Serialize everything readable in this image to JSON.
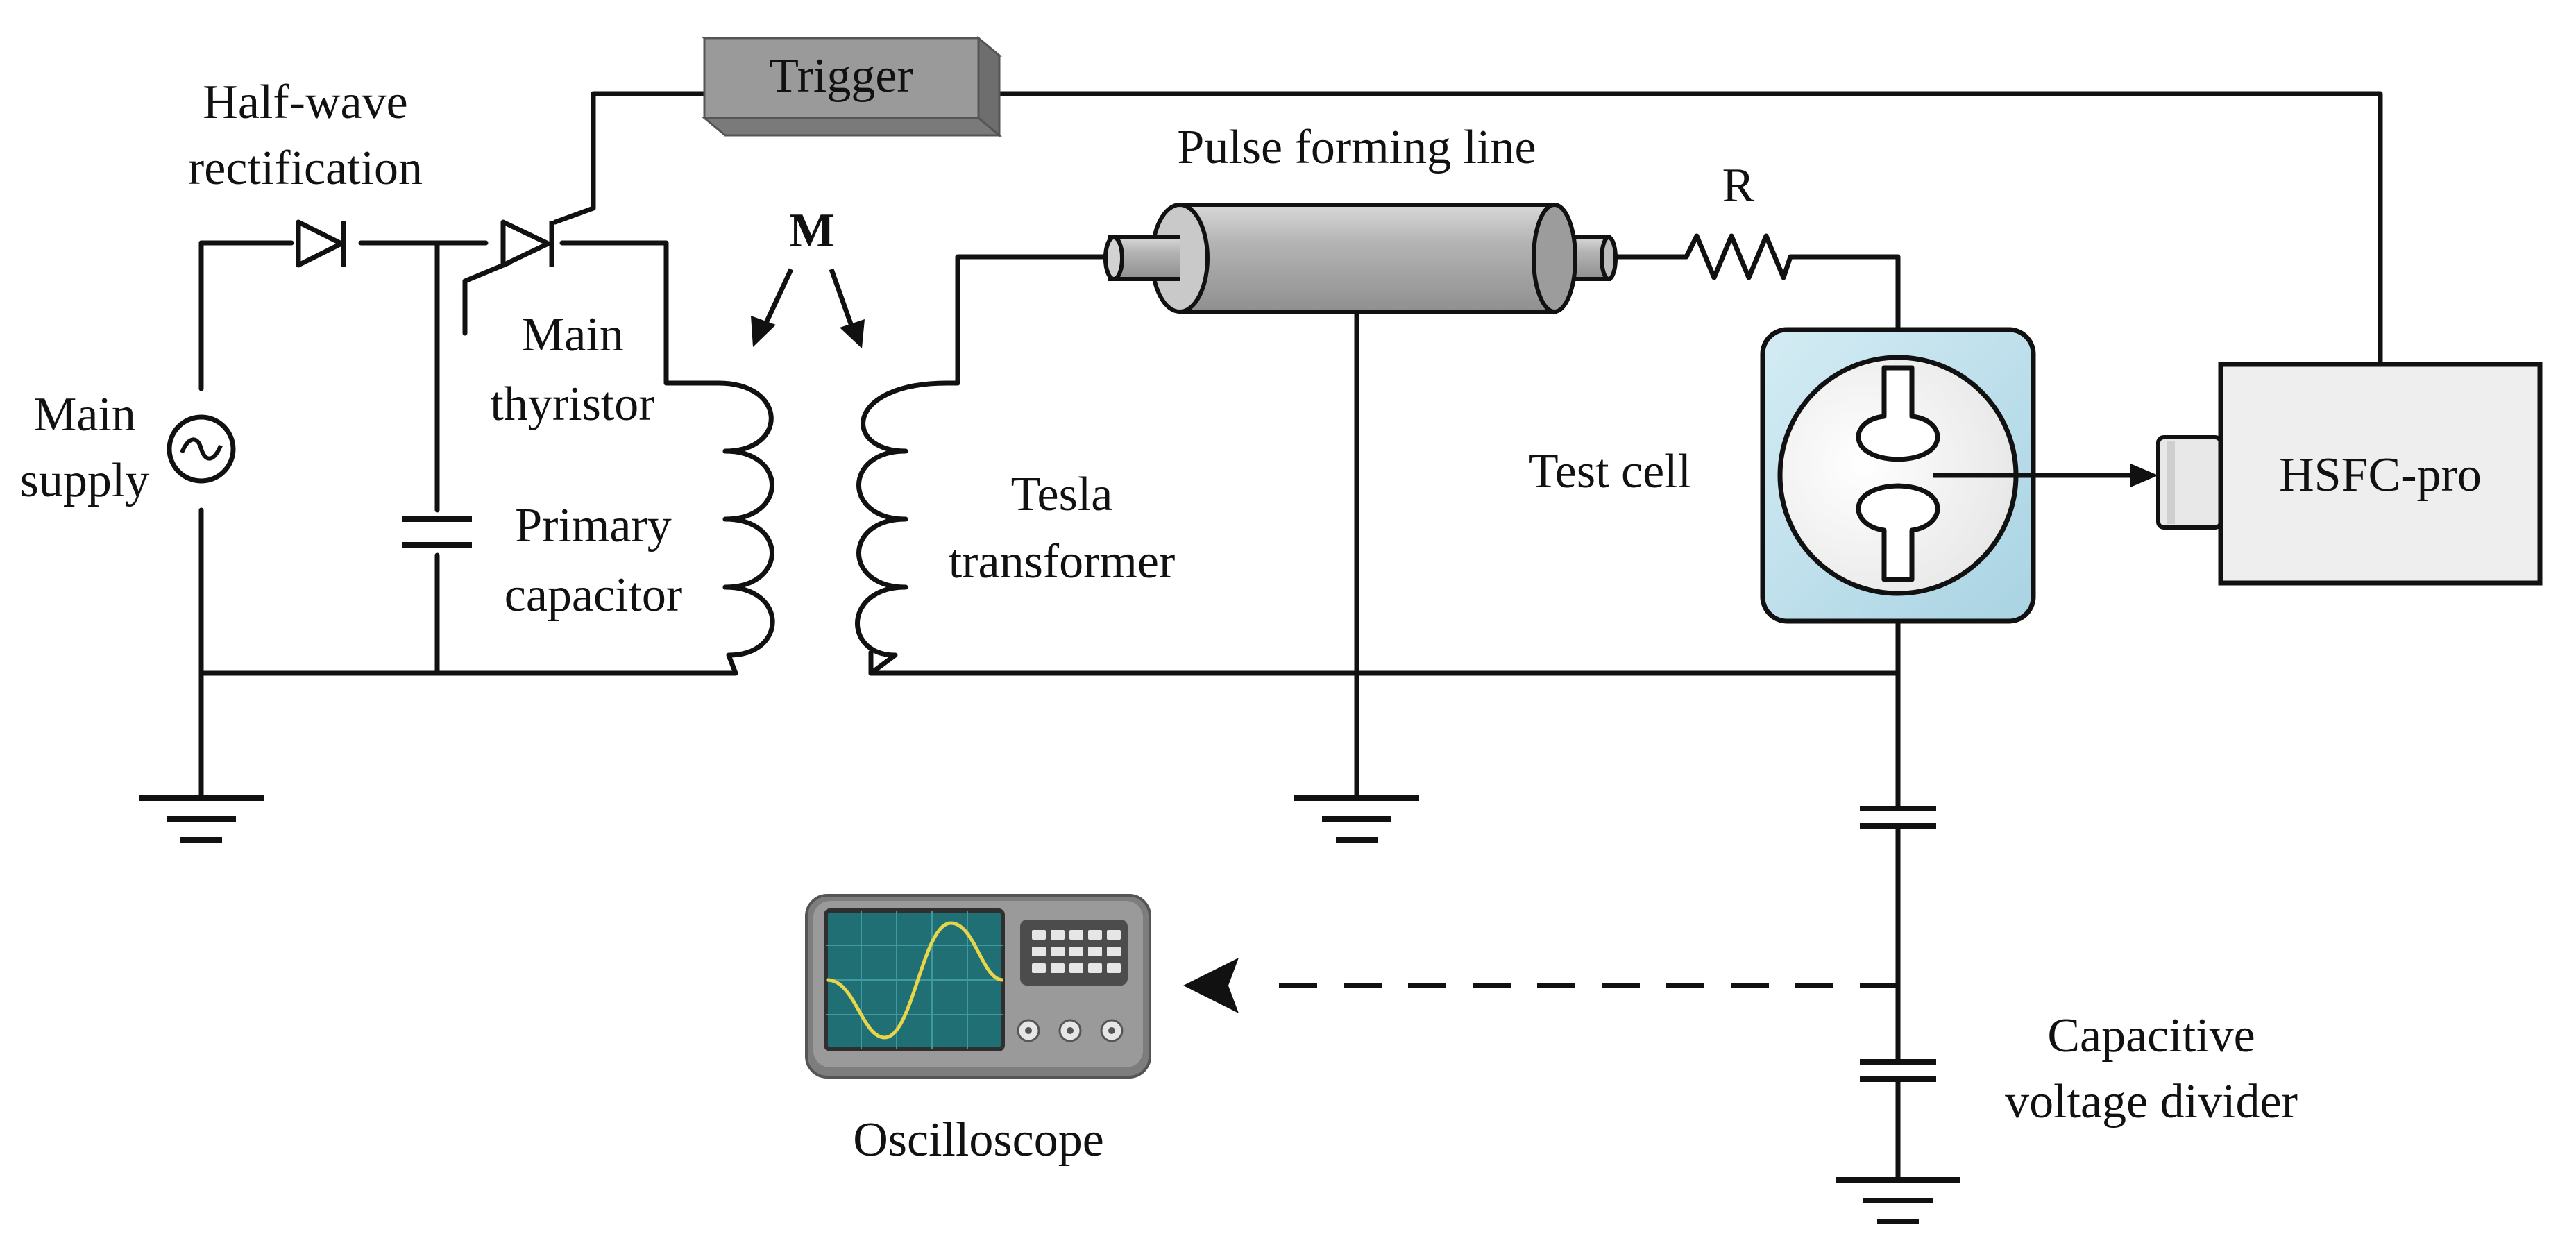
{
  "labels": {
    "trigger": "Trigger",
    "half_wave_1": "Half-wave",
    "half_wave_2": "rectification",
    "pulse_forming_line": "Pulse forming line",
    "resistor": "R",
    "mutual_inductance": "M",
    "main_thyristor_1": "Main",
    "main_thyristor_2": "thyristor",
    "main_supply_1": "Main",
    "main_supply_2": "supply",
    "primary_capacitor_1": "Primary",
    "primary_capacitor_2": "capacitor",
    "tesla_transformer_1": "Tesla",
    "tesla_transformer_2": "transformer",
    "test_cell": "Test cell",
    "camera": "HSFC-pro",
    "capacitive_divider_1": "Capacitive",
    "capacitive_divider_2": "voltage divider",
    "oscilloscope": "Oscilloscope"
  },
  "icons": {
    "ac_source": "ac-source-icon",
    "diode": "diode-icon",
    "thyristor": "thyristor-icon",
    "capacitor": "capacitor-icon",
    "transformer": "transformer-coil-icon",
    "ground": "ground-icon",
    "resistor": "resistor-icon",
    "camera": "camera-icon",
    "oscilloscope": "oscilloscope-icon"
  },
  "colors": {
    "wire": "#111111",
    "trigger_box": "#9a9a9a",
    "pfl_body": "#a9a9a9",
    "test_cell_fill": "#bfe0ec",
    "camera_fill": "#eeeeee",
    "scope_body": "#8a8a8a",
    "scope_screen": "#1f6f74",
    "scope_trace": "#e8d64a"
  }
}
